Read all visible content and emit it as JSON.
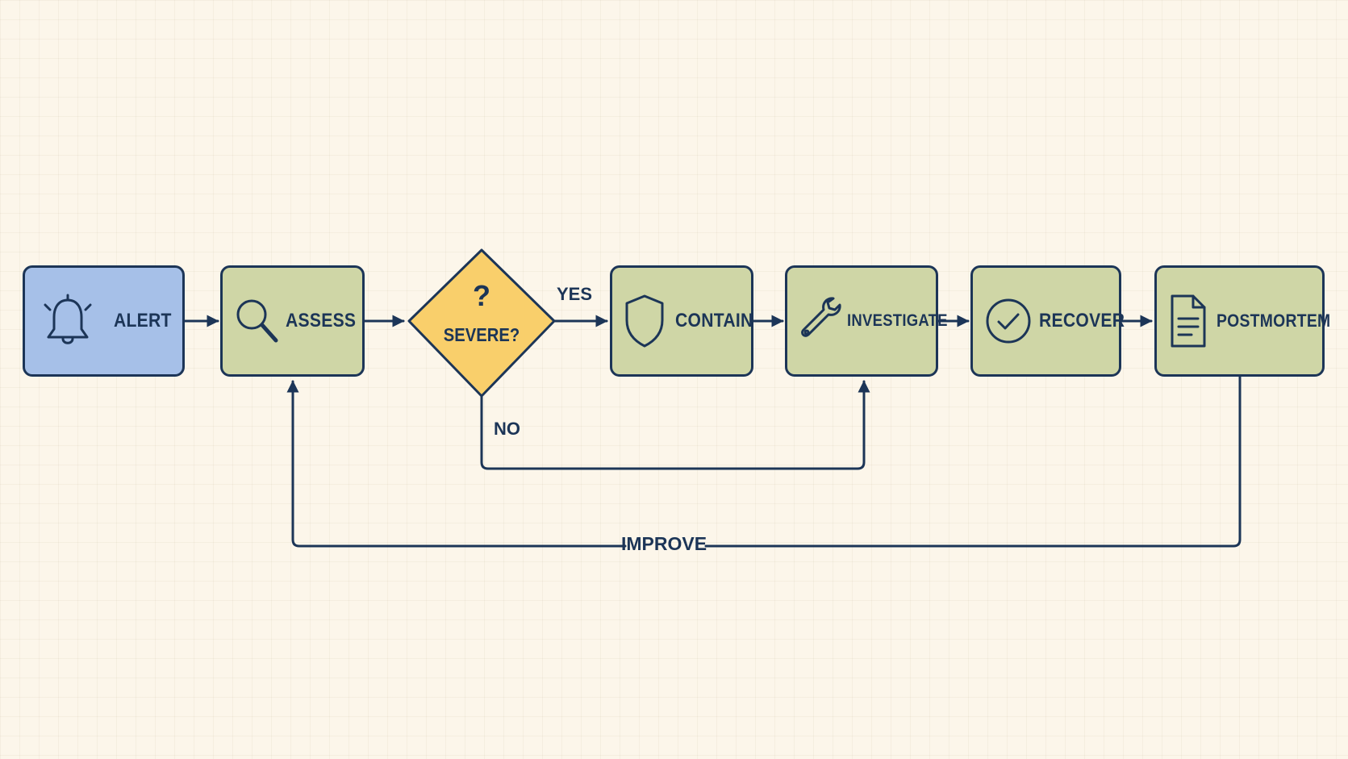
{
  "colors": {
    "stroke": "#1c3557",
    "alert_fill": "#a6c0e8",
    "step_fill": "#cfd6a6",
    "decision_fill": "#f9cf6b",
    "background": "#fcf6ea"
  },
  "nodes": {
    "alert": {
      "label": "ALERT",
      "icon": "bell-icon"
    },
    "assess": {
      "label": "ASSESS",
      "icon": "magnifier-icon"
    },
    "decision": {
      "symbol": "?",
      "label": "SEVERE?"
    },
    "contain": {
      "label": "CONTAIN",
      "icon": "shield-icon"
    },
    "investigate": {
      "label": "INVESTIGATE",
      "icon": "wrench-icon"
    },
    "recover": {
      "label": "RECOVER",
      "icon": "check-circle-icon"
    },
    "postmortem": {
      "label": "POSTMORTEM",
      "icon": "document-icon"
    }
  },
  "edges": {
    "yes_label": "YES",
    "no_label": "NO",
    "improve_label": "IMPROVE"
  }
}
